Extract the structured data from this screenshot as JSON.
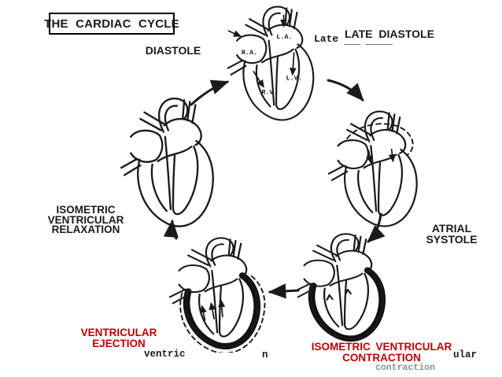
{
  "slide_title": "THE CARDIAC CYCLE",
  "labels": {
    "diastole": "DIASTOLE",
    "late_diastole": "LATE DIASTOLE",
    "atrial_systole": [
      "ATRIAL",
      "SYSTOLE"
    ],
    "isometric_ventricular_relaxation": [
      "ISOMETRIC",
      "VENTRICULAR",
      "RELAXATION"
    ],
    "ventricular_ejection": [
      "VENTRICULAR",
      "EJECTION"
    ],
    "isometric_ventricular_contraction": [
      "ISOMETRIC VENTRICULAR",
      "CONTRACTION"
    ]
  },
  "scan_fragments": {
    "late_label": "Late",
    "late_underline": "___ _____",
    "ventricular_fragment": "ventric",
    "n_fragment": "n",
    "ular_fragment": "ular",
    "faint_contraction": "contraction"
  },
  "chamber_labels": {
    "la": "L.A.",
    "ra": "R.A.",
    "lv": "L.V.",
    "rv": "R.V."
  },
  "colors": {
    "ink": "#1a1a1a",
    "highlight_red": "#c00000",
    "faded_gray": "#8f8f8f",
    "background": "#ffffff"
  },
  "hearts": [
    {
      "id": "late-diastole",
      "style": "outline-with-chamber-labels"
    },
    {
      "id": "atrial-systole",
      "style": "contracting-atria-dashed"
    },
    {
      "id": "isometric-ventricular-contraction",
      "style": "thick-black-ventricle"
    },
    {
      "id": "ventricular-ejection",
      "style": "thick-black-ventricle-dashed-ejection"
    },
    {
      "id": "isometric-ventricular-relaxation",
      "style": "outline"
    }
  ]
}
